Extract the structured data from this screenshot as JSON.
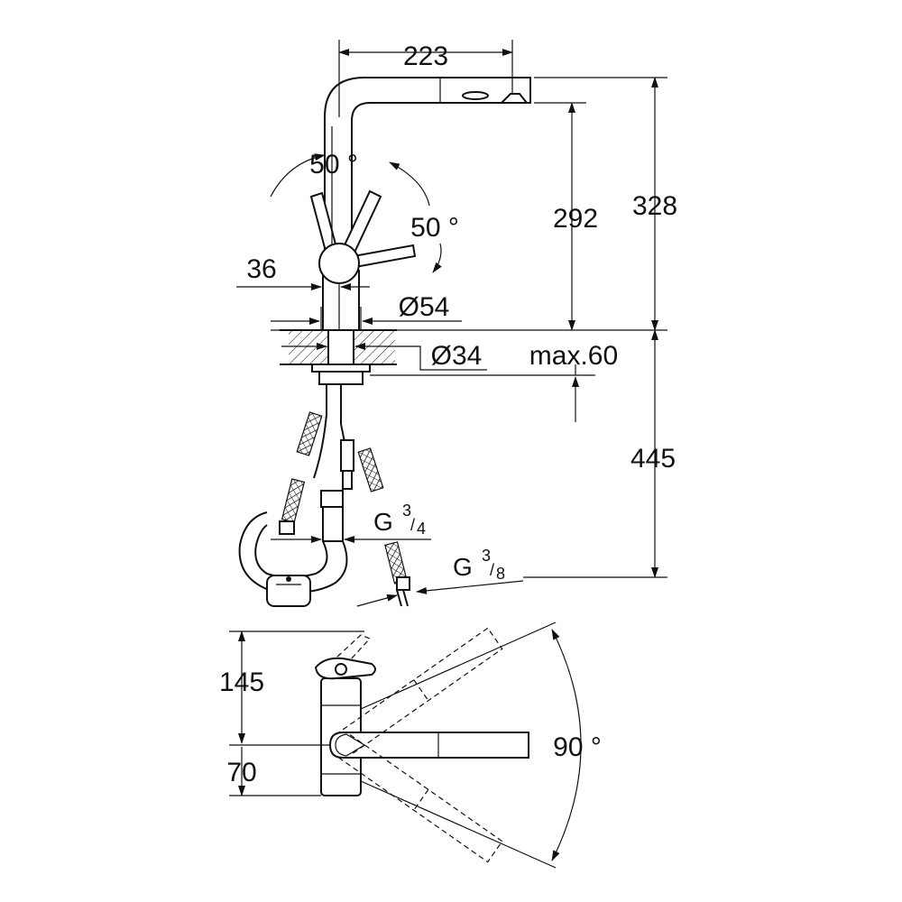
{
  "dimensions": {
    "spout_reach": "223",
    "lever_angle_front": "50 °",
    "lever_angle_side": "50 °",
    "spout_height": "292",
    "total_height": "328",
    "lever_offset": "36",
    "body_diameter": "Ø54",
    "hole_diameter": "Ø34",
    "max_counter_thickness": "max.60",
    "hose_length": "445",
    "connection_large": "G",
    "connection_large_fraction_num": "3",
    "connection_large_fraction_den": "4",
    "connection_small": "G",
    "connection_small_fraction_num": "3",
    "connection_small_fraction_den": "8",
    "side_height": "145",
    "side_lower": "70",
    "swivel_angle": "90 °"
  },
  "colors": {
    "line": "#111111",
    "background": "#ffffff"
  }
}
